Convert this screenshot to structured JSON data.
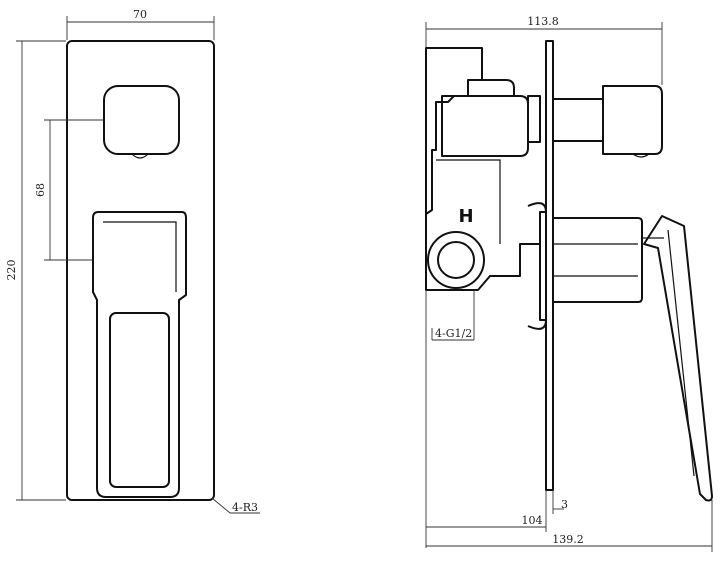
{
  "front_view": {
    "width_label": "70",
    "height_label": "220",
    "spacing_label": "68",
    "corner_label": "4-R3"
  },
  "side_view": {
    "depth_label": "113.8",
    "body_label": "104",
    "plate_label": "3",
    "overall_label": "139.2",
    "thread_label": "4-G1/2",
    "hot_marker": "H"
  }
}
